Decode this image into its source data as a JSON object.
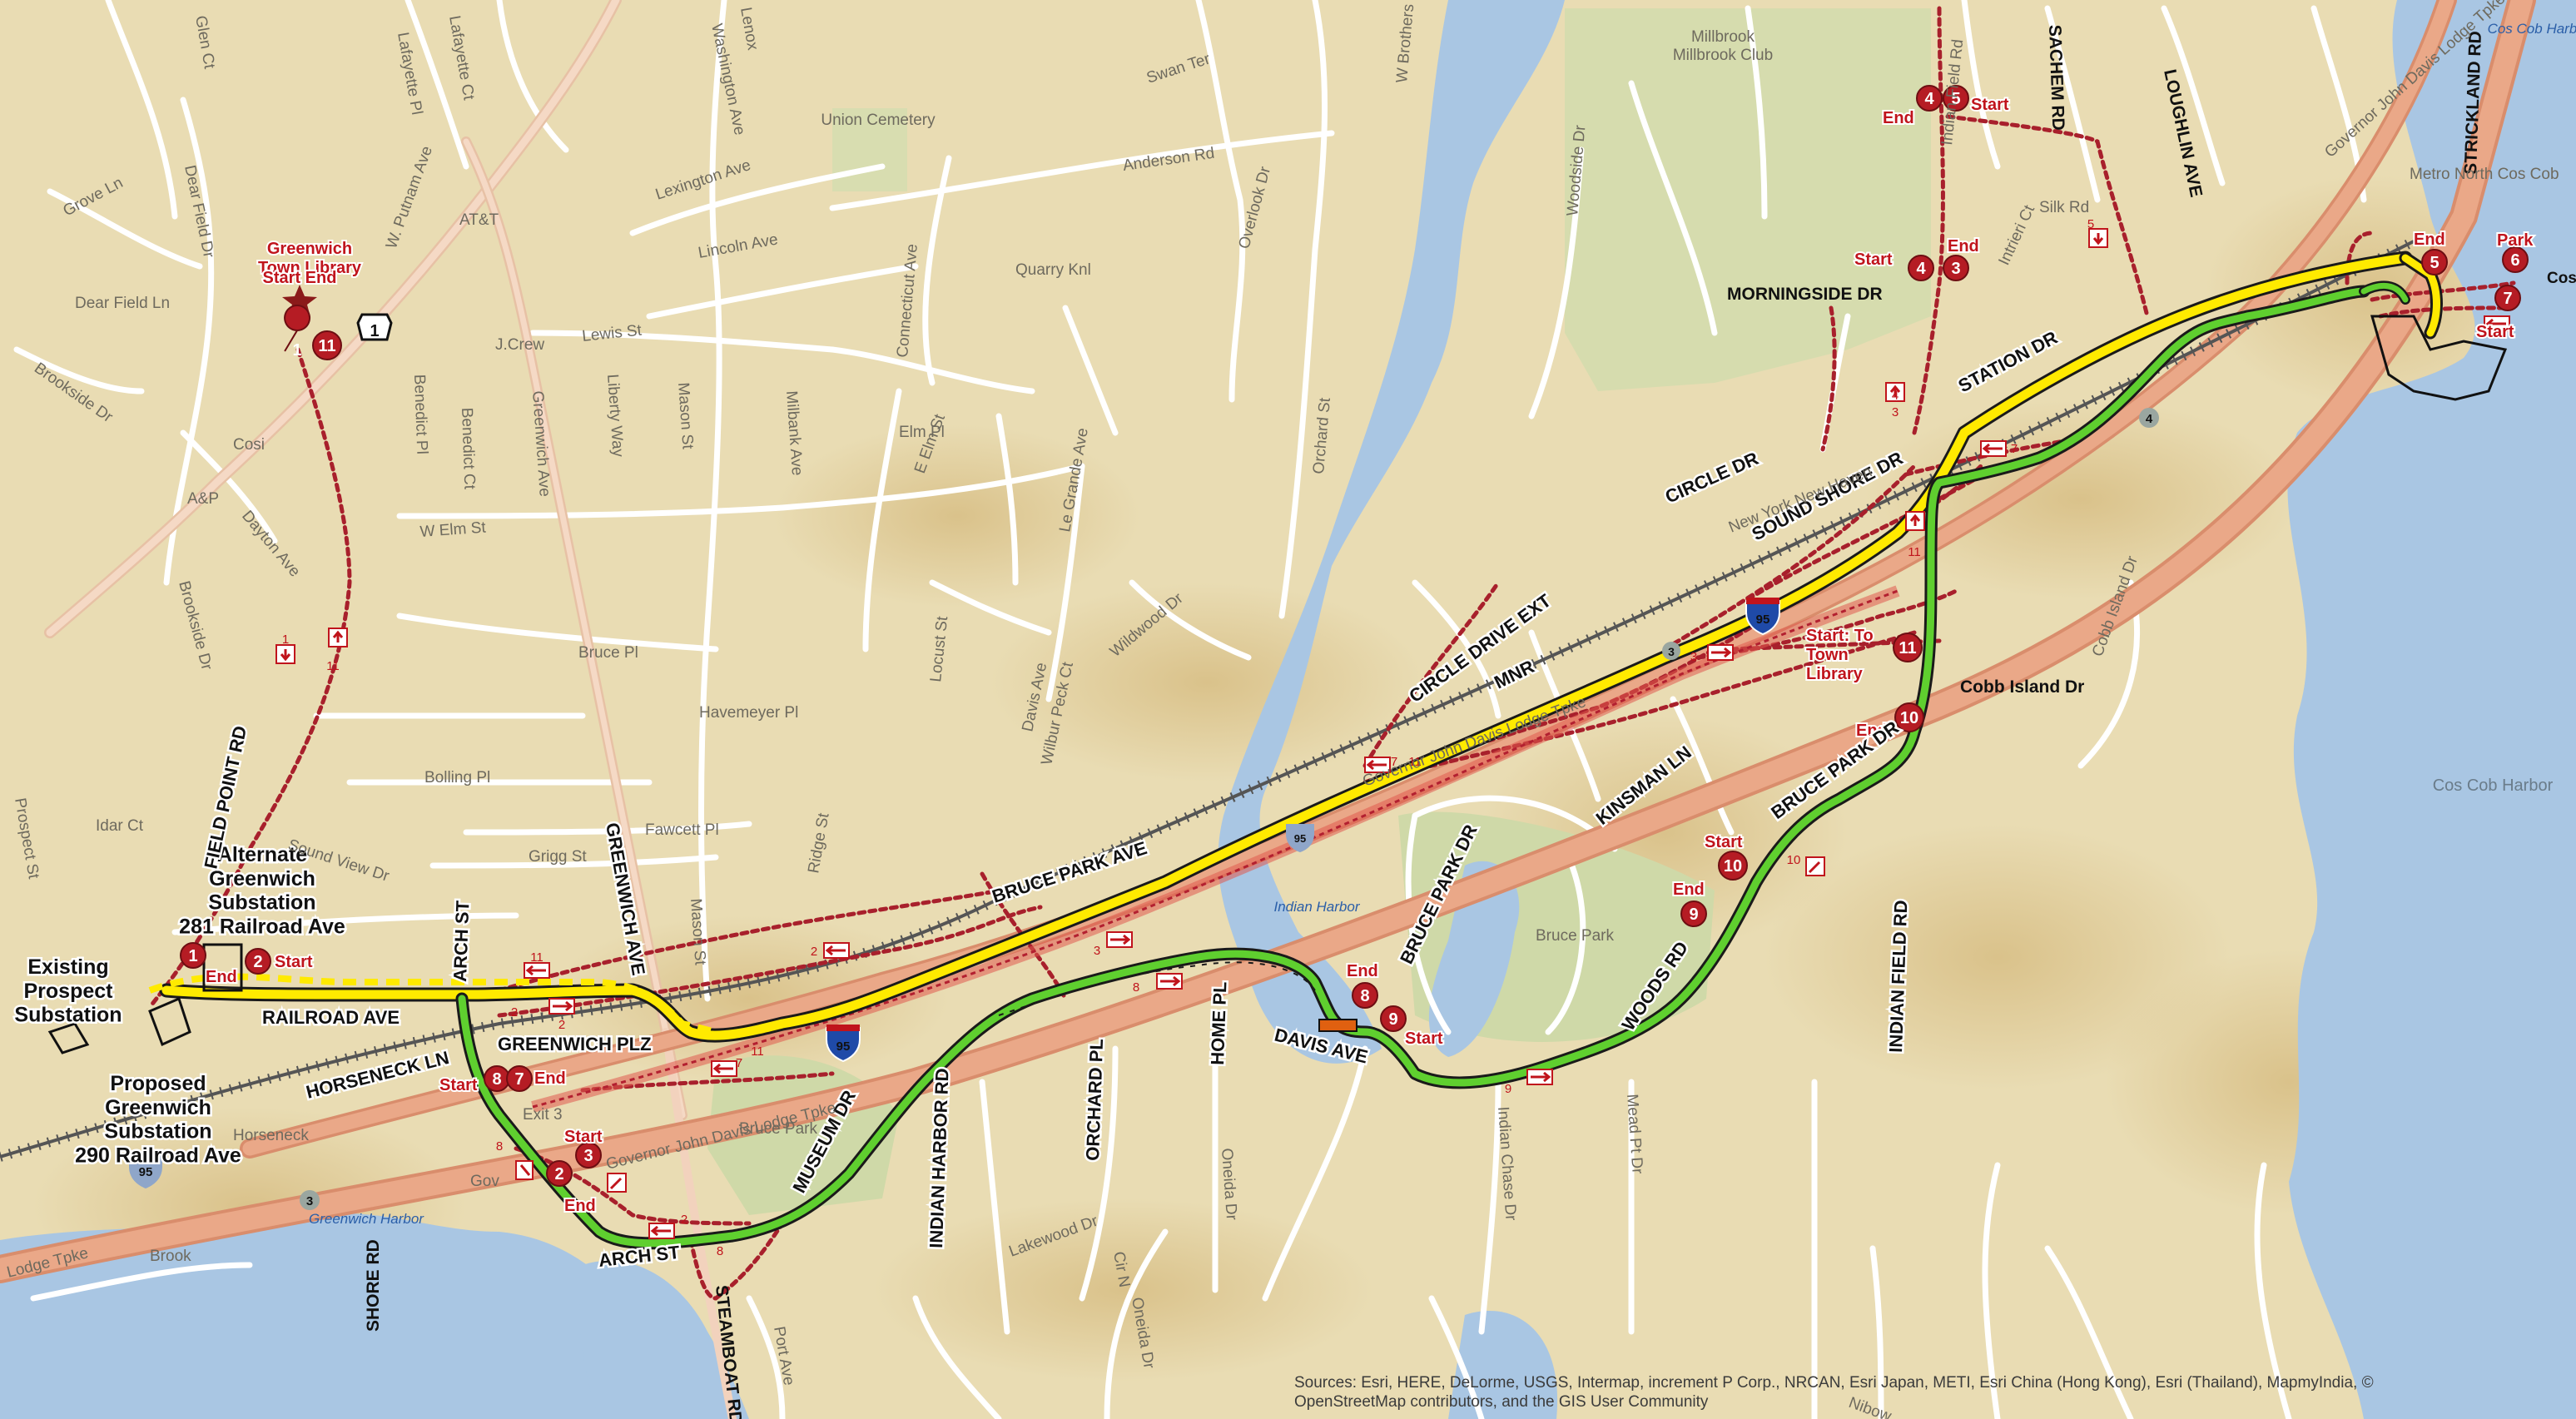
{
  "colors": {
    "land": "#e9dcb3",
    "hill": "#d9c28e",
    "water": "#a9c6e3",
    "park": "#cfd9a8",
    "road_minor": "#ffffff",
    "road_major": "#f2c7ae",
    "highway": "#e8a98a",
    "route_red": "#b32030",
    "route_yellow": "#ffea00",
    "route_green": "#5fcf2f",
    "rail": "#4b4b4b"
  },
  "substations": {
    "alternate": "Alternate Greenwich Substation 281 Railroad Ave",
    "existing": "Existing Prospect Substation",
    "proposed": "Proposed Greenwich Substation 290 Railroad Ave"
  },
  "landmarks": {
    "library": "Greenwich Town Library",
    "library_start_end": "Start End",
    "start_to_library": "Start: To Town Library",
    "park": "Park",
    "cos_cob_park": "Cos Cob Park",
    "metro_north": "Metro North Cos Cob",
    "millbrook": "Millbrook Club",
    "union_cemetery": "Union Cemetery",
    "bruce_park": "Bruce Park",
    "bruce_park_small": "Bruce Park",
    "indian_harbor": "Indian Harbor",
    "greenwich_harbor": "Greenwich Harbor",
    "cos_cob_harbor": "Cos Cob Harbor",
    "cos_cob_harbor_top": "Cos Cob Harbor",
    "exit3": "Exit 3",
    "att": "AT&T",
    "jcrew": "J.Crew",
    "cosi": "Cosi",
    "ap": "A&P"
  },
  "shields": {
    "us1": "1",
    "i95_a": "95",
    "i95_b": "95",
    "i95_c": "95",
    "i95_d": "95",
    "exit_3": "3",
    "exit_4": "4"
  },
  "pins": {
    "p1_lib": "1",
    "p11_lib": "11",
    "p1_alt": "1",
    "p2_alt": "2",
    "p8_arch": "8",
    "p7_arch": "7",
    "p2_low": "2",
    "p3_low": "3",
    "p8_davis": "8",
    "p9_davis": "9",
    "p9_woods": "9",
    "p10_woods": "10",
    "p11_cobb": "11",
    "p10_cobb": "10",
    "p4_top": "4",
    "p5_top": "5",
    "p4_mid": "4",
    "p3_mid": "3",
    "p5_right": "5",
    "p6_right": "6",
    "p7_right": "7"
  },
  "pin_labels": {
    "end_alt": "End",
    "start_alt": "Start",
    "start_arch": "Start",
    "end_arch": "End",
    "start_low": "Start",
    "end_low": "End",
    "end_davis": "End",
    "start_davis": "Start",
    "end_woods": "End",
    "start_woods": "Start",
    "end_cobb": "End",
    "end_top": "End",
    "start_top": "Start",
    "start_mid": "Start",
    "end_mid": "End",
    "end_right": "End",
    "start_right": "Start"
  },
  "direction_numbers": {
    "d_1": "1",
    "d_11": "11",
    "d_2_park": "2",
    "d_11_park": "11",
    "d_2_rr": "2",
    "d_2_bp": "2",
    "d_7_11_a": "7",
    "d_11_a": "11",
    "d_3_a": "3",
    "d_8_a": "8",
    "d_7_11_b": "7",
    "d_11_b": "11",
    "d_8_arch": "8",
    "d_2_arch": "2",
    "d_8_steam": "8",
    "d_9": "9",
    "d_10": "10",
    "d_3_b": "3",
    "d_11_c": "11",
    "d_7_c": "7",
    "d_4_3_a": "4",
    "d_4_3_b": "3",
    "d_5": "5"
  },
  "roads": {
    "field_point": "FIELD POINT RD",
    "railroad_ave": "RAILROAD AVE",
    "greenwich_plz": "GREENWICH PLZ",
    "horseneck": "HORSENECK LN",
    "arch_st_v": "ARCH ST",
    "arch_st_low": "ARCH ST",
    "greenwich_ave": "GREENWICH AVE",
    "bruce_park_ave": "BRUCE PARK AVE",
    "museum_dr": "MUSEUM DR",
    "indian_harbor": "INDIAN HARBOR RD",
    "orchard_pl": "ORCHARD PL",
    "home_pl": "HOME PL",
    "davis_ave": "DAVIS AVE",
    "bruce_park_dr": "BRUCE PARK DR",
    "bruce_park_dr2": "BRUCE PARK DR",
    "kinsman": "KINSMAN LN",
    "woods_rd": "WOODS RD",
    "indian_field": "INDIAN FIELD RD",
    "cobb_island": "Cobb Island Dr",
    "sound_shore": "SOUND SHORE DR",
    "station_dr": "STATION DR",
    "morningside": "MORNINGSIDE DR",
    "circle_dr": "CIRCLE DR",
    "circle_drive_ext": "CIRCLE DRIVE EXT",
    "mnr": "MNR",
    "sachem": "SACHEM RD",
    "loughlin": "LOUGHLIN AVE",
    "strickland": "STRICKLAND RD",
    "shore_rd": "SHORE RD",
    "steamboat": "STEAMBOAT RD",
    "gov": "Gov",
    "ny_nh": "New York New Haven",
    "gw_pkwy_a": "Governor John Davis Lodge Tpke",
    "gw_pkwy_b": "Governor John Davis Lodge Tpke",
    "lodge_tpke": "Lodge Tpke",
    "glen_ct": "Glen Ct",
    "grove_ln": "Grove Ln",
    "dear_field_dr": "Dear Field Dr",
    "dear_field_ln": "Dear Field Ln",
    "brookside_dr": "Brookside Dr",
    "brookside_dr2": "Brookside Dr",
    "dayton": "Dayton Ave",
    "w_putnam": "W. Putnam Ave",
    "lafayette": "Lafayette Pl",
    "lafayette_ct": "Lafayette Ct",
    "washington": "Washington Ave",
    "lenox": "Lenox",
    "swan_ter": "Swan Ter",
    "lexington": "Lexington Ave",
    "anderson": "Anderson Rd",
    "lincoln": "Lincoln Ave",
    "lewis": "Lewis St",
    "benedict": "Benedict Pl",
    "benedict_ct": "Benedict Ct",
    "greenwich_ave_small": "Greenwich Ave",
    "liberty": "Liberty Way",
    "mason": "Mason St",
    "mason2": "Mason St",
    "milbank": "Milbank Ave",
    "connecticut": "Connecticut Ave",
    "e_elm": "E Elm St",
    "elm_pl": "Elm Pl",
    "quarry": "Quarry Knl",
    "w_elm": "W Elm St",
    "le_grande": "Le Grande Ave",
    "locust": "Locust St",
    "davis_ave_small": "Davis Ave",
    "wilbur_peck": "Wilbur Peck Ct",
    "wildwood": "Wildwood Dr",
    "orchard_st": "Orchard St",
    "overlook": "Overlook Dr",
    "w_brother": "W Brothers",
    "woodside": "Woodside Dr",
    "bruce_pl": "Bruce Pl",
    "havemeyer": "Havemeyer Pl",
    "bolling": "Bolling Pl",
    "fawcett": "Fawcett Pl",
    "grigg": "Grigg St",
    "idar": "Idar Ct",
    "sound_view": "Sound View Dr",
    "ridge": "Ridge St",
    "prospect": "Prospect St",
    "silk": "Silk Rd",
    "intrieri": "Intrieri Ct",
    "indian_field_top": "Indian Field Rd",
    "brook": "Brook",
    "lakewood": "Lakewood Dr",
    "oneida": "Oneida Dr",
    "oneida2": "Oneida Dr",
    "cir_n": "Cir N",
    "indian_chase": "Indian Chase Dr",
    "mead_pt": "Mead Pt Dr",
    "port": "Port Ave",
    "nibow": "Nibow",
    "cobb_island_small": "Cobb Island Dr",
    "horseneck_small": "Horseneck"
  },
  "attribution": {
    "line1": "Sources: Esri, HERE, DeLorme, USGS, Intermap, increment P Corp., NRCAN, Esri Japan, METI, Esri China (Hong Kong), Esri (Thailand), MapmyIndia, ©",
    "line2": "OpenStreetMap contributors, and the GIS User Community"
  }
}
